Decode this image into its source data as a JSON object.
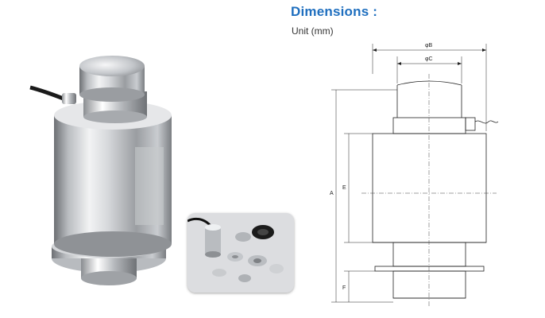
{
  "heading": {
    "title": "Dimensions :",
    "unit": "Unit (mm)"
  },
  "drawing": {
    "labels": {
      "b": "φB",
      "c": "φC",
      "a": "A",
      "e": "E",
      "f": "F"
    }
  },
  "colors": {
    "title": "#1f6fbf",
    "line": "#222222"
  }
}
